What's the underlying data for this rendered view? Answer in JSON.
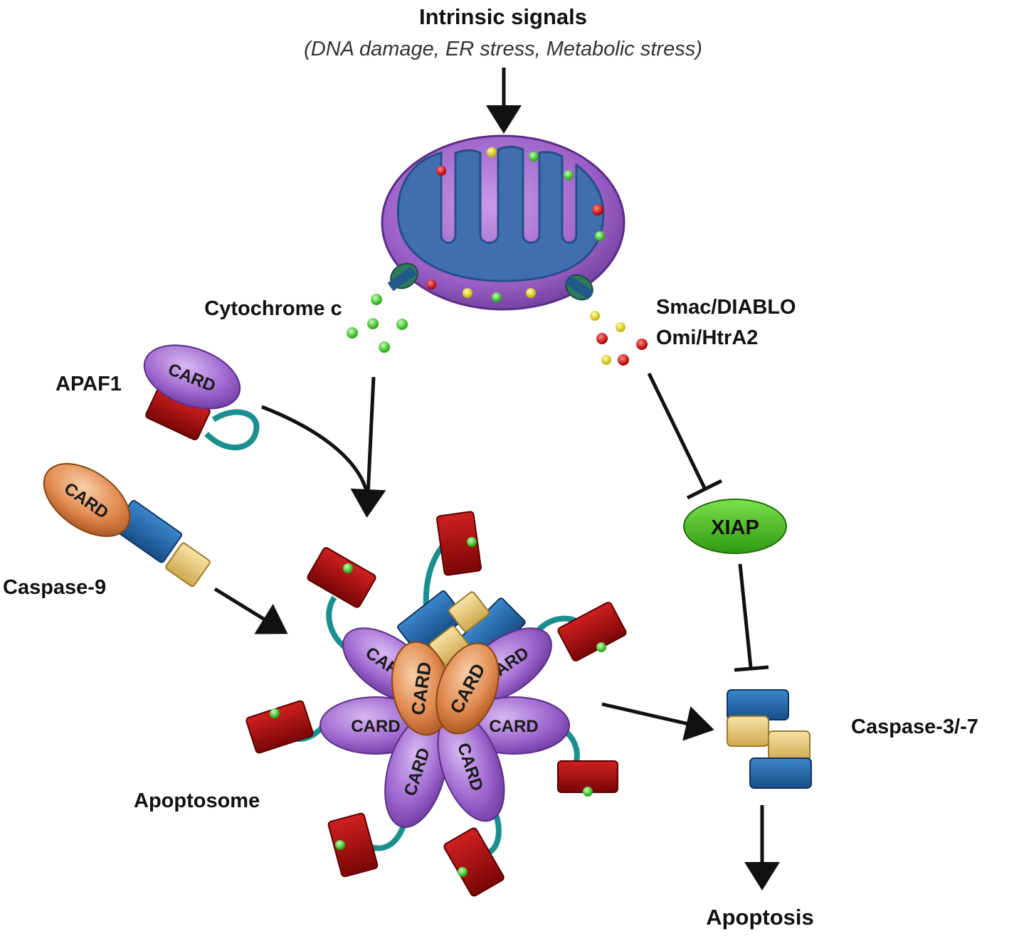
{
  "title": "Intrinsic signals",
  "subtitle": "(DNA damage, ER stress,  Metabolic stress)",
  "labels": {
    "cytochrome_c": "Cytochrome c",
    "smac_diablo": "Smac/DIABLO",
    "omi_htra2": "Omi/HtrA2",
    "apaf1": "APAF1",
    "caspase9": "Caspase-9",
    "xiap": "XIAP",
    "apoptosome": "Apoptosome",
    "caspase37": "Caspase-3/-7",
    "apoptosis": "Apoptosis"
  },
  "domain_label": "CARD",
  "colors": {
    "mito_outer": "#9b5fc8",
    "mito_inner": "#3f6fb0",
    "card_purple": "#a06ad0",
    "card_orange": "#e08a50",
    "red_domain": "#a80d0d",
    "blue_domain": "#2266a8",
    "yellow_domain": "#e6c974",
    "teal_linker": "#1a8f8f",
    "green_dot": "#33cc22",
    "xiap_green": "#44bb22"
  }
}
